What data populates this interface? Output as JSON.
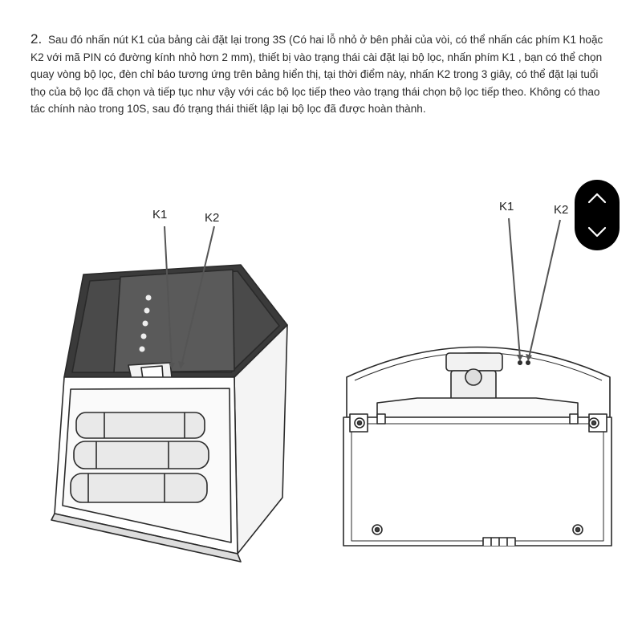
{
  "instruction": {
    "step_number": "2.",
    "text": "Sau đó nhấn nút K1 của bảng cài đặt lại trong 3S (Có hai lỗ nhỏ ở bên phải của vòi, có thể nhấn các phím K1 hoặc K2 với mã PIN có đường kính nhỏ hơn 2 mm), thiết bị vào trạng thái cài đặt lại bộ lọc, nhấn phím K1 , bạn có thể chọn quay vòng bộ lọc, đèn chỉ báo tương ứng trên bảng hiển thị, tại thời điểm này, nhấn K2 trong 3 giây, có thể đặt lại tuổi thọ của bộ lọc đã chọn và tiếp tục như vậy với các bộ lọc tiếp theo vào trạng thái chọn bộ lọc tiếp theo. Không có thao tác chính nào trong 10S, sau đó trạng thái thiết lập lại bộ lọc đã được hoàn thành."
  },
  "figure_left": {
    "k1_label": "K1",
    "k2_label": "K2"
  },
  "figure_right": {
    "k1_label": "K1",
    "k2_label": "K2"
  },
  "nav": {
    "up_icon": "chevron-up-icon",
    "down_icon": "chevron-down-icon"
  }
}
